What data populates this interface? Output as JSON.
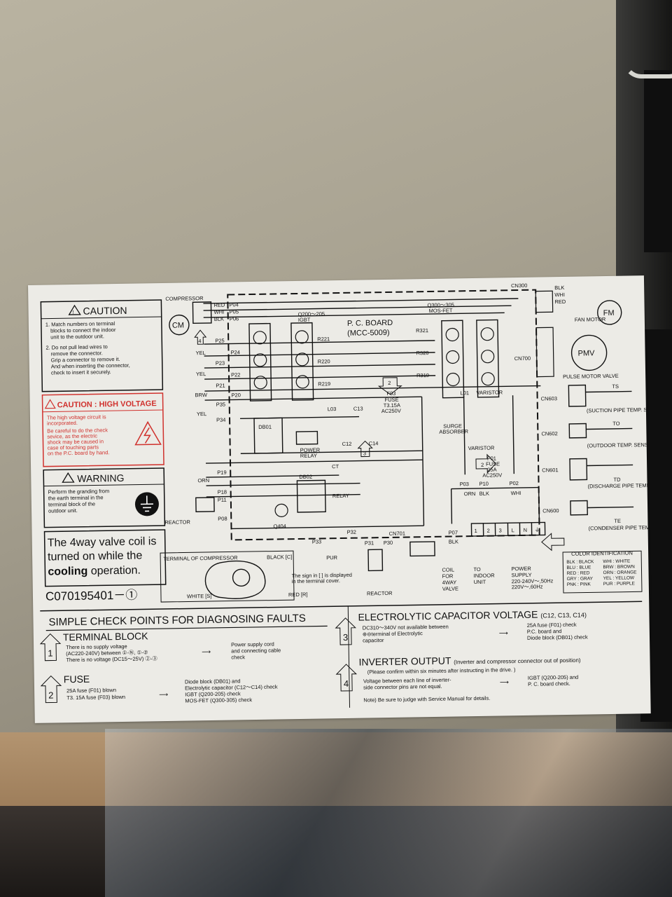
{
  "caution": {
    "title": "CAUTION",
    "items": [
      "1. Match numbers on terminal",
      "blocks to connect the indoor",
      "unit to the outdoor unit.",
      "2. Do not pull lead wires to",
      "remove the connector.",
      "Grip a connector to remove it.",
      "And when inserting the connector,",
      "check to insert it securely."
    ]
  },
  "high_voltage": {
    "title": "CAUTION : HIGH VOLTAGE",
    "lines": [
      "The high voltage circuit is",
      "incorporated.",
      "Be careful to do the check",
      "sevice, as the electric",
      "shock may be caused in",
      "case of touching parts",
      "on the P.C. board by hand."
    ]
  },
  "warning": {
    "title": "WARNING",
    "lines": [
      "Perform the granding from",
      "the earth terminal in the",
      "terminal block of the",
      "outdoor unit."
    ]
  },
  "cooling_note": {
    "line1": "The 4way valve coil is",
    "line2": "turned on while the",
    "line3_bold": "cooling",
    "line3_rest": " operation."
  },
  "part_no": "C070195401－①",
  "diagram": {
    "compressor_label": "COMPRESSOR",
    "cm": "CM",
    "board_title": "P. C. BOARD",
    "board_model": "(MCC-5009)",
    "igbt": "Q200～205",
    "igbt_type": "IGBT",
    "mosfet": "Q300～305",
    "mosfet_type": "MOS-FET",
    "cn300": "CN300",
    "cn700": "CN700",
    "cn603": "CN603",
    "cn602": "CN602",
    "cn601": "CN601",
    "cn600": "CN600",
    "cn701": "CN701",
    "fm": "FM",
    "fan_motor": "FAN MOTOR",
    "pmv": "PMV",
    "pulse_motor_valve": "PULSE MOTOR VALVE",
    "ts": "TS",
    "ts_desc": "(SUCTION PIPE TEMP. SENSOR)",
    "to": "TO",
    "to_desc": "(OUTDOOR TEMP. SENSOR)",
    "td": "TD",
    "td_desc": "(DISCHARGE PIPE TEMP. SENSOR)",
    "te": "TE",
    "te_desc": "(CONDENSER PIPE TEMP. SENSOR)",
    "wire_colors_left": [
      "RED",
      "WHI",
      "BLK"
    ],
    "pins_left": [
      "P04",
      "P05",
      "P06"
    ],
    "wire_colors_fan": [
      "BLK",
      "WHI",
      "RED"
    ],
    "left_pins": [
      "P25",
      "P24",
      "P23",
      "P22",
      "P21",
      "P20",
      "P35",
      "P34",
      "P19",
      "P18",
      "P11",
      "P08"
    ],
    "left_wire_labels": [
      "YEL",
      "YEL",
      "BRW",
      "YEL",
      "ORN"
    ],
    "resistors_l": [
      "R221",
      "R220",
      "R219"
    ],
    "resistors_r": [
      "R321",
      "R320",
      "R319"
    ],
    "f03": "F03",
    "f03_desc": [
      "FUSE",
      "T3.15A",
      "AC250V"
    ],
    "l03": "L03",
    "c13": "C13",
    "c12c14": [
      "C12",
      "C14"
    ],
    "db01": "DB01",
    "db02": "DB02",
    "power_relay": [
      "POWER",
      "RELAY"
    ],
    "ct": "CT",
    "relay": "RELAY",
    "q404": "Q404",
    "reactor": "REACTOR",
    "l01": "L01",
    "varistor": "VARISTOR",
    "surge_absorber": [
      "SURGE",
      "ABSORBER"
    ],
    "varistor2": "VARISTOR",
    "f01": [
      "F01",
      "FUSE",
      "25A",
      "AC250V"
    ],
    "p03": "P03",
    "p10": "P10",
    "p02": "P02",
    "orn_blk": [
      "ORN",
      "BLK"
    ],
    "whi": "WHI",
    "p32": "P32",
    "p33": "P33",
    "p31": "P31",
    "p30": "P30",
    "p07": "P07",
    "pur": "PUR",
    "blk": "BLK",
    "terminal_of_compressor": "TERMINAL OF COMPRESSOR",
    "black_c": "BLACK [C]",
    "white_s": "WHITE [S]",
    "red_r": "RED [R]",
    "sign_note": [
      "The sign in [ ] is displayed",
      "in the terminal cover."
    ],
    "reactor2": "REACTOR",
    "coil_4way": [
      "COIL",
      "FOR",
      "4WAY",
      "VALVE"
    ],
    "to_indoor": [
      "TO",
      "INDOOR",
      "UNIT"
    ],
    "power_supply": [
      "POWER",
      "SUPPLY",
      "220-240V～,50Hz",
      "220V～,60Hz"
    ],
    "terminals": [
      "1",
      "2",
      "3",
      "L",
      "N",
      "⏚"
    ],
    "color_id_title": "COLOR IDENTIFICATION",
    "color_id": [
      [
        "BLK : BLACK",
        "WHI : WHITE"
      ],
      [
        "BLU : BLUE",
        "BRW : BROWN"
      ],
      [
        "RED : RED",
        "ORN : ORANGE"
      ],
      [
        "GRY : GRAY",
        "YEL : YELLOW"
      ],
      [
        "PNK : PINK",
        "PUR : PURPLE"
      ]
    ],
    "step_marks": [
      "2",
      "3",
      "4",
      "2"
    ]
  },
  "checks": {
    "title": "SIMPLE CHECK POINTS FOR DIAGNOSING FAULTS",
    "terminal_block": {
      "num": "1",
      "title": "TERMINAL BLOCK",
      "l1": "There is no supply voltage",
      "l2": "(AC220-240V) between ①-Ⓝ, ①-②",
      "l3": "There is no voltage (DC15～25V) ②-③",
      "r1": "Power supply cord",
      "r2": "and connecting cable",
      "r3": "check"
    },
    "fuse": {
      "num": "2",
      "title": "FUSE",
      "l1": "25A fuse (F01) blown",
      "l2": "T3. 15A fuse (F03) blown",
      "r1": "Diode block (DB01) and",
      "r2": "Electrolytic capacitor (C12～C14) check",
      "r3": "IGBT (Q200-205) check",
      "r4": "MOS-FET (Q300-305) check"
    },
    "capacitor": {
      "num": "3",
      "title": "ELECTROLYTIC CAPACITOR VOLTAGE",
      "title_suffix": "(C12, C13, C14)",
      "l1": "DC310～340V not available between",
      "l2": "⊕⊖terminal of Electrolytic",
      "l3": "capacitor",
      "r1": "25A fuse (F01) check",
      "r2": "P.C. board and",
      "r3": "Diode block (DB01) check"
    },
    "inverter": {
      "num": "4",
      "title": "INVERTER OUTPUT",
      "title_suffix": "(Inverter and compressor connector out of position)",
      "l0": "(Please confirm within six minutes after instructing in the drive. )",
      "l1": "Voltage between each line of inverter-",
      "l2": "side connector pins are not equal.",
      "r1": "IGBT (Q200-205) and",
      "r2": "P. C. board check."
    },
    "note": "Note) Be sure to judge with Service Manual for details."
  },
  "colors": {
    "caution_red": "#d0312d",
    "ink": "#111111",
    "label_bg": "#ecebe6",
    "metal": "#a9a392"
  }
}
